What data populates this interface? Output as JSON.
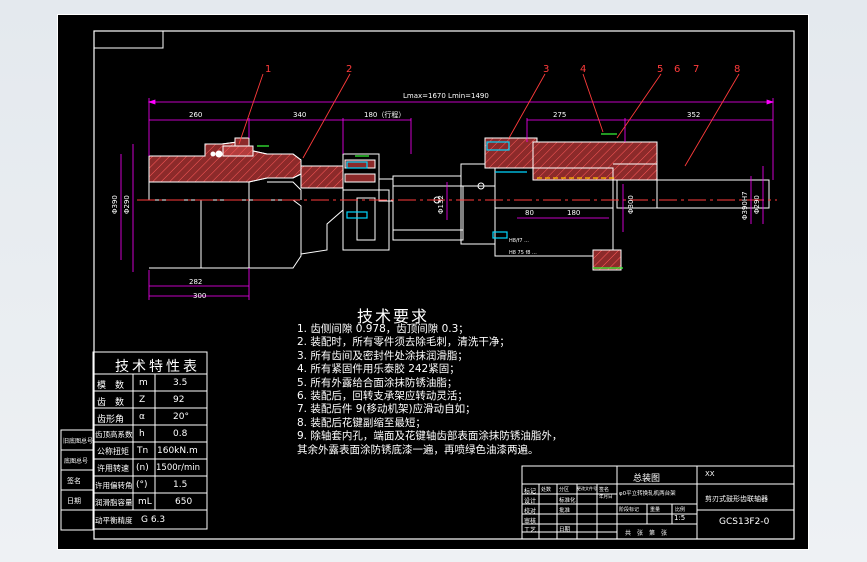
{
  "drawing": {
    "lmax_lmin": "Lmax=1670  Lmin=1490",
    "balloons": [
      "1",
      "2",
      "3",
      "4",
      "5",
      "6",
      "7",
      "8"
    ],
    "dims": {
      "d260": "260",
      "d340": "340",
      "d180_travel": "180（行程）",
      "d275": "275",
      "d352": "352",
      "d282": "282",
      "d300": "300",
      "d80": "80",
      "d180": "180",
      "phi390_a": "Φ390",
      "phi290_a": "Φ290",
      "phi132": "Φ132",
      "phi300": "Φ300",
      "phi390h7": "Φ390H7",
      "phi290_b": "Φ290"
    },
    "note_line1": "H8/f7 ...",
    "note_line2": "H8 75 f8 ..."
  },
  "requirements": {
    "title": "技术要求",
    "items": [
      "1.  齿侧间隙 0.978，齿顶间隙 0.3；",
      "2.  装配时，所有零件须去除毛刺，清洗干净；",
      "3.  所有齿间及密封件处涂抹润滑脂；",
      "4.  所有紧固件用乐泰胶 242紧固；",
      "5.  所有外露给合面涂抹防锈油脂；",
      "6.  装配后，回转支承架应转动灵活；",
      "7.  装配后件 9(移动机架)应滑动自如；",
      "8.  装配后花键副缩至最短；",
      "9.  除轴套内孔，端面及花键轴齿部表面涂抹防锈油脂外，",
      "    其余外露表面涂防锈底漆一遍，再喷绿色油漆两遍。"
    ]
  },
  "spec_table": {
    "title": "技术特性表",
    "rows": [
      {
        "name": "模　数",
        "sym": "m",
        "val": "3.5"
      },
      {
        "name": "齿　数",
        "sym": "Z",
        "val": "92"
      },
      {
        "name": "齿形角",
        "sym": "α",
        "val": "20°"
      },
      {
        "name": "齿顶高系数",
        "sym": "h",
        "val": "0.8"
      },
      {
        "name": "公称扭矩",
        "sym": "Tn",
        "val": "160kN.m"
      },
      {
        "name": "许用转速",
        "sym": "(n)",
        "val": "1500r/min"
      },
      {
        "name": "许用偏转角",
        "sym": "(°)",
        "val": "1.5"
      },
      {
        "name": "润滑脂容量",
        "sym": "mL",
        "val": "650"
      },
      {
        "name": "动平衡精度",
        "sym": "",
        "val": "G 6.3"
      }
    ]
  },
  "side_labels": [
    "旧底图总号",
    "底图总号",
    "签名",
    "日期"
  ],
  "title_block": {
    "assembly_drawing": "总装图",
    "xx": "XX",
    "machine": "φ0平立转换轧机两台架",
    "product_name": "剪刃式鼓形齿联轴器",
    "drawing_no": "GCS13F2-0",
    "scale": "1:5",
    "sheet": "共　张　第　张",
    "rows_left": [
      "标记",
      "设计",
      "校对",
      "审核",
      "工艺"
    ],
    "cols_left": [
      "处数",
      "分区",
      "更改文件号",
      "签名",
      "年月日"
    ],
    "cells": [
      "标准化",
      "批准",
      "日期"
    ],
    "meta": [
      "阶段标记",
      "重量",
      "比例"
    ]
  }
}
